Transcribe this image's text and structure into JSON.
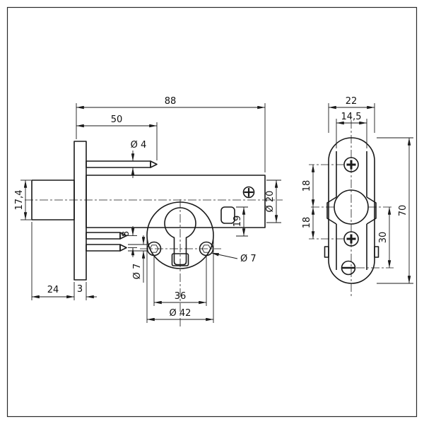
{
  "drawing": {
    "main_view": {
      "total_length": "88",
      "rod_length": "50",
      "rod_top_dia": "Ø 4",
      "bolt_height": "17,4",
      "bolt_dia": "Ø 20",
      "notch_height": "19",
      "rod_offset": "8",
      "screw_dia": "Ø 7",
      "rod_bottom_dia": "Ø 7",
      "bolt_projection": "24",
      "faceplate_thickness": "3",
      "screw_spacing": "36",
      "rosette_dia": "Ø 42"
    },
    "side_view": {
      "plate_width": "22",
      "body_width": "14,5",
      "top_screw_spacing": "18",
      "bottom_screw_spacing": "18",
      "lower_spacing": "30",
      "plate_height": "70"
    }
  }
}
